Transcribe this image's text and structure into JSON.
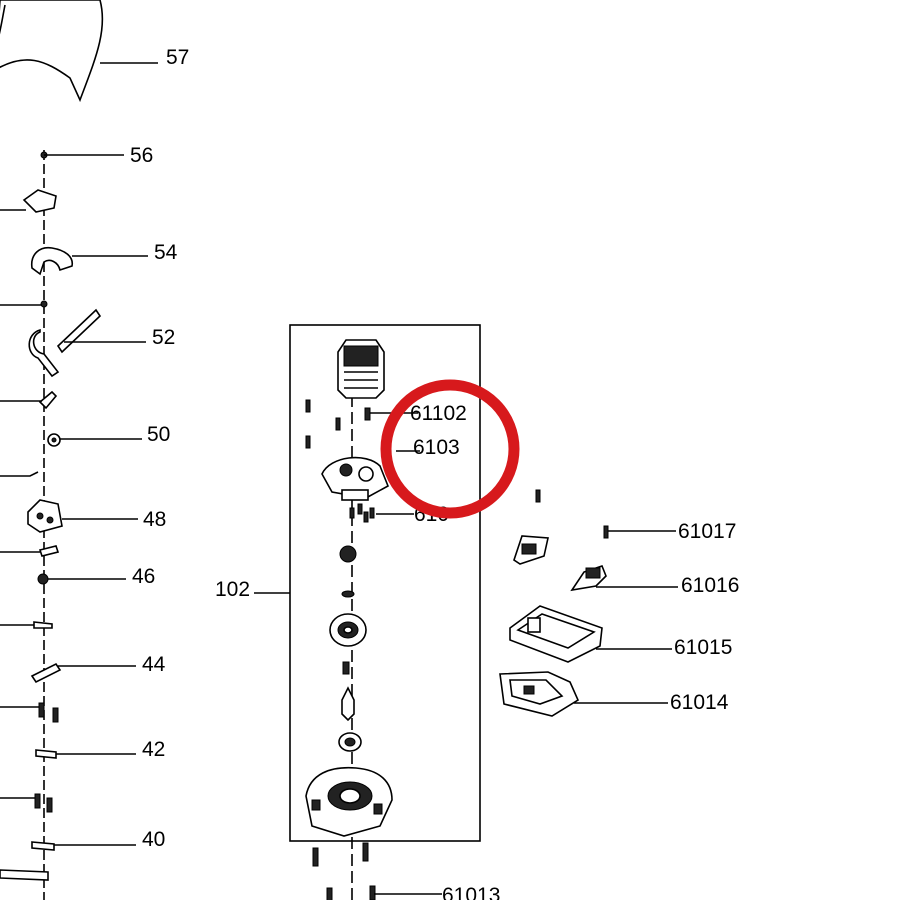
{
  "diagram": {
    "callouts": {
      "57": "57",
      "56": "56",
      "54": "54",
      "52": "52",
      "50": "50",
      "48": "48",
      "46": "46",
      "44": "44",
      "42": "42",
      "40": "40",
      "102": "102",
      "61102": "61102",
      "61103": "6103",
      "610x": "610",
      "61017": "61017",
      "61016": "61016",
      "61015": "61015",
      "61014": "61014",
      "61013": "61013"
    },
    "highlight_color": "#d7191c",
    "line_color": "#000000"
  }
}
